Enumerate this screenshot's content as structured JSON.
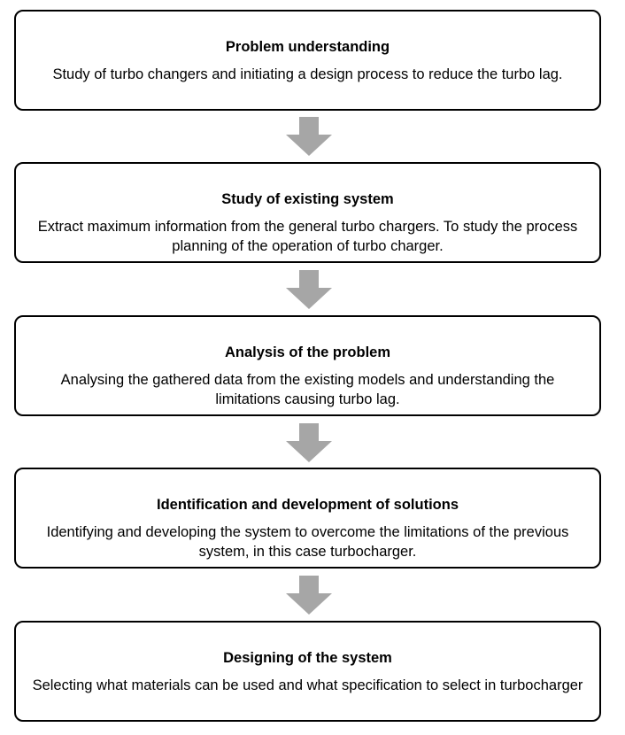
{
  "steps": [
    {
      "title": "Problem understanding",
      "description": "Study of turbo changers and initiating a design process to reduce the turbo lag."
    },
    {
      "title": "Study of existing system",
      "description": "Extract maximum information from the general turbo chargers. To study the process planning of the operation of turbo charger."
    },
    {
      "title": "Analysis of the problem",
      "description": "Analysing the gathered data from the existing models and understanding the limitations causing turbo lag."
    },
    {
      "title": "Identification and development of solutions",
      "description": "Identifying and developing the system to overcome the limitations of the previous system, in this case turbocharger."
    },
    {
      "title": "Designing of the system",
      "description": "Selecting what materials can be used and what specification to select in turbocharger"
    }
  ],
  "colors": {
    "border": "#000000",
    "arrow": "#a6a6a6",
    "background": "#ffffff"
  },
  "icons": {
    "connector": "down-arrow-icon"
  }
}
